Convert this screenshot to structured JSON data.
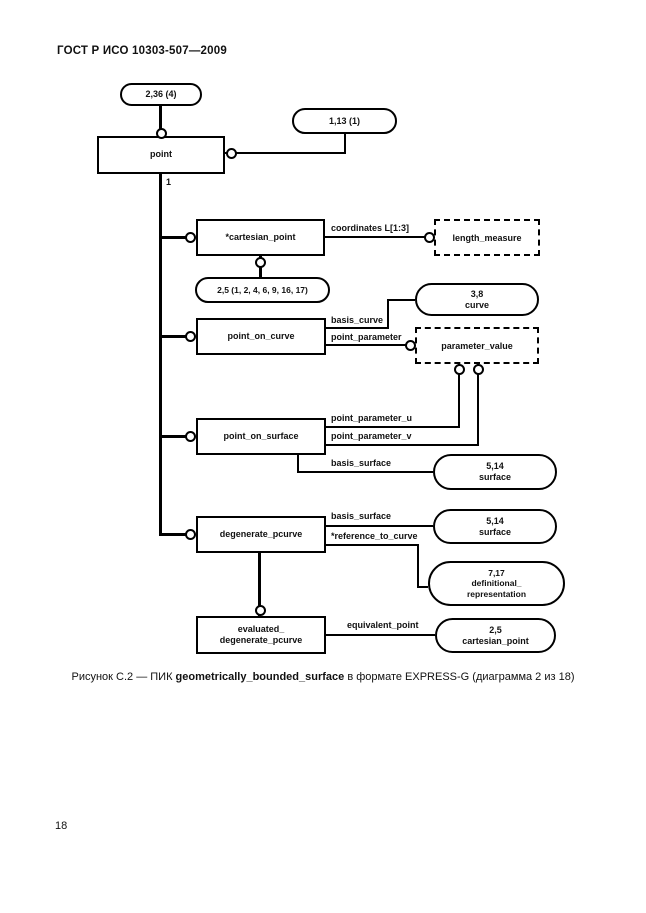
{
  "page": {
    "header": "ГОСТ Р ИСО 10303-507—2009",
    "page_number": "18"
  },
  "caption": {
    "prefix": "Рисунок С.2 — ПИК ",
    "bold": "geometrically_bounded_surface",
    "suffix": " в формате EXPRESS-G (диаграмма 2 из 18)"
  },
  "diagram": {
    "notation": "EXPRESS-G",
    "entities": {
      "point": "point",
      "cartesian_point": "*cartesian_point",
      "point_on_curve": "point_on_curve",
      "point_on_surface": "point_on_surface",
      "degenerate_pcurve": "degenerate_pcurve",
      "evaluated_degenerate_pcurve": {
        "line1": "evaluated_",
        "line2": "degenerate_pcurve"
      }
    },
    "defined_types": {
      "length_measure": "length_measure",
      "parameter_value": "parameter_value"
    },
    "page_refs": {
      "point_super": "2,36 (4)",
      "point_right": "1,13 (1)",
      "cartesian_pages": "2,5 (1, 2, 4, 6, 9, 16, 17)",
      "curve": {
        "line1": "3,8",
        "line2": "curve"
      },
      "surface_a": {
        "line1": "5,14",
        "line2": "surface"
      },
      "surface_b": {
        "line1": "5,14",
        "line2": "surface"
      },
      "definitional_representation": {
        "line1": "7,17",
        "line2": "definitional_",
        "line3": "representation"
      },
      "cartesian_point_ref": {
        "line1": "2,5",
        "line2": "cartesian_point"
      }
    },
    "attributes": {
      "coordinates": "coordinates L[1:3]",
      "basis_curve": "basis_curve",
      "point_parameter": "point_parameter",
      "point_parameter_u": "point_parameter_u",
      "point_parameter_v": "point_parameter_v",
      "basis_surface_a": "basis_surface",
      "basis_surface_b": "basis_surface",
      "reference_to_curve": "*reference_to_curve",
      "equivalent_point": "equivalent_point"
    },
    "cardinality_1": "1"
  }
}
